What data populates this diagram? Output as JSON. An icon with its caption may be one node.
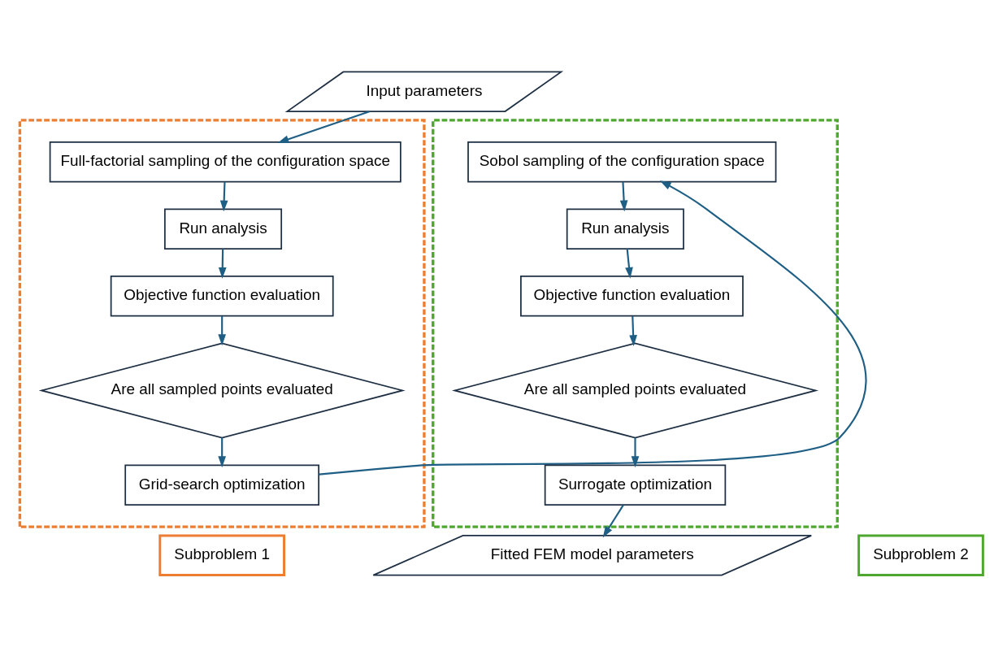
{
  "diagram": {
    "nodes": [
      {
        "text": [
          "Input parameters"
        ]
      },
      {
        "text": [],
        "shape": "box"
      },
      {
        "text": [
          "Full-factorial sampling of the configuration space"
        ],
        "in": 1
      },
      {
        "text": [
          "Run analysis"
        ],
        "in": 1
      },
      {
        "text": [
          "Objective function evaluation"
        ],
        "in": 1
      },
      {
        "text": [
          "Are all sampled points evaluated"
        ],
        "in": 1
      },
      {
        "text": [
          "Grid-search optimization"
        ],
        "in": 1
      },
      {
        "text": [],
        "shape": "box"
      },
      {
        "text": [
          "Sobol sampling of the configuration space"
        ],
        "in": 7
      },
      {
        "text": [
          "Run analysis"
        ],
        "in": 7
      },
      {
        "text": [
          "Objective function evaluation"
        ],
        "in": 7
      },
      {
        "text": [
          "Are all sampled points evaluated"
        ],
        "in": 7
      },
      {
        "text": [
          "Surrogate optimization"
        ],
        "in": 7
      },
      {
        "text": [
          "Fitted FEM model parameters"
        ]
      },
      {
        "text": [
          "Subproblem 1"
        ]
      },
      {
        "text": [
          "Subproblem 2"
        ]
      }
    ],
    "edges": [
      {
        "from": 0,
        "to": 2,
        "arrow": "to"
      },
      {
        "from": 2,
        "to": 3,
        "arrow": "to"
      },
      {
        "from": 3,
        "to": 4,
        "arrow": "to"
      },
      {
        "from": 4,
        "to": 5,
        "arrow": "to"
      },
      {
        "from": 5,
        "to": 6,
        "arrow": "to"
      },
      {
        "from": 6,
        "to": 8,
        "arrow": "to"
      },
      {
        "from": 8,
        "to": 9,
        "arrow": "to"
      },
      {
        "from": 9,
        "to": 10,
        "arrow": "to"
      },
      {
        "from": 10,
        "to": 11,
        "arrow": "to"
      },
      {
        "from": 11,
        "to": 12,
        "arrow": "to"
      },
      {
        "from": 12,
        "to": 13,
        "arrow": "to"
      }
    ]
  }
}
